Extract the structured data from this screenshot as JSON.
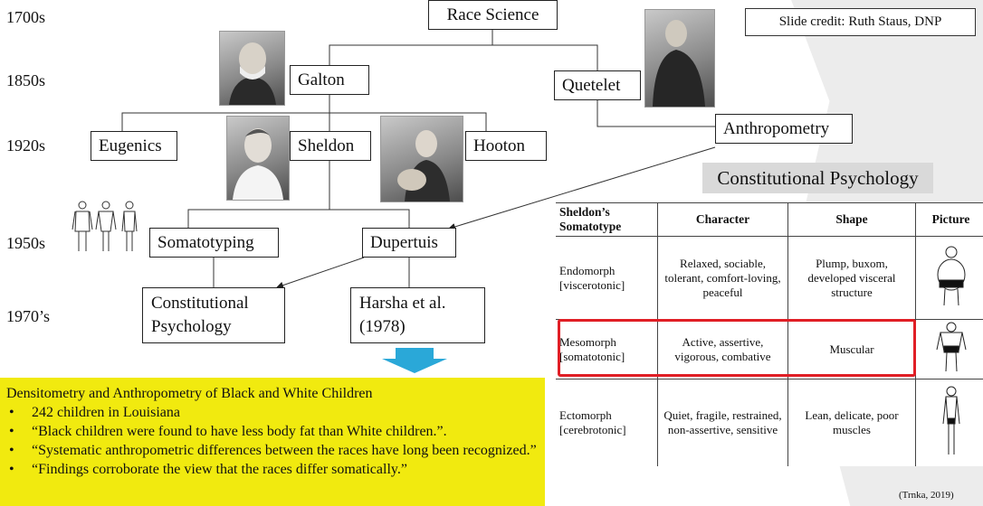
{
  "credit": "Slide credit: Ruth Staus, DNP",
  "eras": [
    "1700s",
    "1850s",
    "1920s",
    "1950s",
    "1970’s"
  ],
  "tree": {
    "race_science": "Race Science",
    "galton": "Galton",
    "quetelet": "Quetelet",
    "eugenics": "Eugenics",
    "sheldon": "Sheldon",
    "hooton": "Hooton",
    "anthropometry": "Anthropometry",
    "somatotyping": "Somatotyping",
    "dupertuis": "Dupertuis",
    "constitutional_line1": "Constitutional",
    "constitutional_line2": "Psychology",
    "harsha_line1": "Harsha et al.",
    "harsha_line2": "(1978)"
  },
  "constitutional_psychology_title": "Constitutional Psychology",
  "table": {
    "headers": [
      "Sheldon’s Somatotype",
      "Character",
      "Shape",
      "Picture"
    ],
    "rows": [
      {
        "type": "Endomorph",
        "sub": "[viscerotonic]",
        "character": "Relaxed, sociable, tolerant, comfort-loving, peaceful",
        "shape": "Plump, buxom, developed visceral structure"
      },
      {
        "type": "Mesomorph",
        "sub": "[somatotonic]",
        "character": "Active, assertive, vigorous, combative",
        "shape": "Muscular"
      },
      {
        "type": "Ectomorph",
        "sub": "[cerebrotonic]",
        "character": "Quiet, fragile, restrained, non-assertive, sensitive",
        "shape": "Lean, delicate, poor muscles"
      }
    ]
  },
  "study": {
    "title": "Densitometry and Anthropometry of Black and White Children",
    "bullets": [
      "242 children in Louisiana",
      "“Black children were found to have less body fat than White children.”.",
      "“Systematic anthropometric differences between the races have long been recognized.”",
      "“Findings corroborate the view that the races differ somatically.”"
    ]
  },
  "reference": "(Trnka, 2019)",
  "colors": {
    "highlight": "#f1ea0f",
    "red": "#e01e25",
    "arrow": "#2aa8d8",
    "title_bg": "#d9d9d9"
  }
}
